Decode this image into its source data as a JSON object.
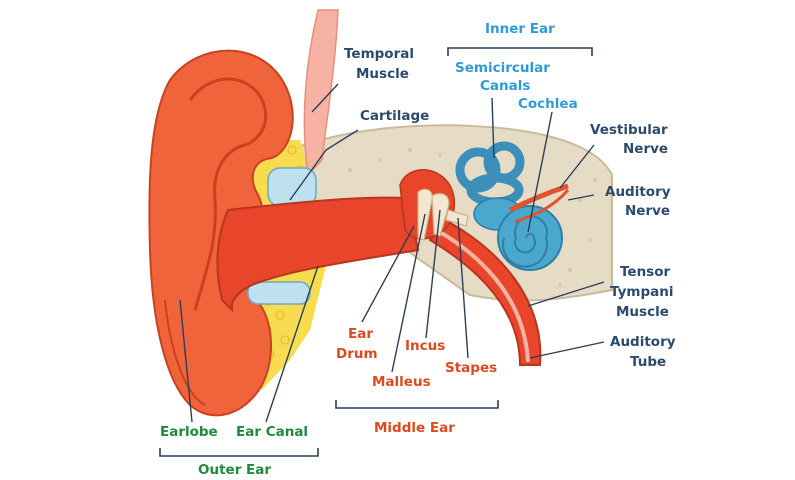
{
  "labels": {
    "inner_ear": "Inner Ear",
    "semicircular_1": "Semicircular",
    "semicircular_2": "Canals",
    "cochlea": "Cochlea",
    "temporal_1": "Temporal",
    "temporal_2": "Muscle",
    "cartilage": "Cartilage",
    "vestibular_1": "Vestibular",
    "vestibular_2": "Nerve",
    "auditory_nerve_1": "Auditory",
    "auditory_nerve_2": "Nerve",
    "tensor_1": "Tensor",
    "tensor_2": "Tympani",
    "tensor_3": "Muscle",
    "auditory_tube_1": "Auditory",
    "auditory_tube_2": "Tube",
    "ear_drum_1": "Ear",
    "ear_drum_2": "Drum",
    "incus": "Incus",
    "stapes": "Stapes",
    "malleus": "Malleus",
    "middle_ear": "Middle Ear",
    "earlobe": "Earlobe",
    "ear_canal": "Ear Canal",
    "outer_ear": "Outer Ear"
  },
  "colors": {
    "navy_label": "#2c4a6b",
    "red_label": "#e0491f",
    "sky_label": "#2f9bd6",
    "green_label": "#1f8a3c",
    "ear_skin": "#f0643c",
    "bone": "#e6dcc6",
    "fat": "#f7dc4f",
    "inner_ear": "#4aa8cf"
  }
}
